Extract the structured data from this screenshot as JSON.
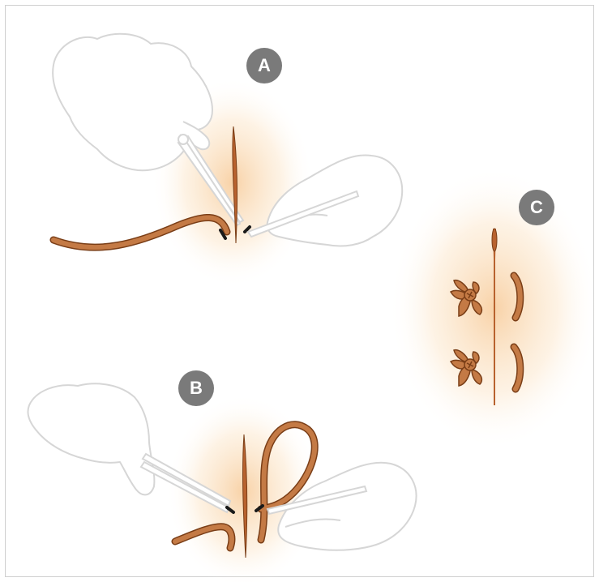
{
  "steps": [
    {
      "label": "A"
    },
    {
      "label": "B"
    },
    {
      "label": "C"
    }
  ],
  "colors": {
    "badge": "#7a7a7a",
    "suture": "#c47a45",
    "suture_outline": "#7a3e17",
    "incision": "#b8622e",
    "glow": "#f6c38a",
    "hand_outline": "#d6d6d6",
    "frame": "#cfcfcf"
  },
  "icons": [
    "hand-icon",
    "forceps-icon",
    "needle-holder-icon",
    "suture-thread-icon",
    "knot-icon",
    "incision-line-icon"
  ]
}
